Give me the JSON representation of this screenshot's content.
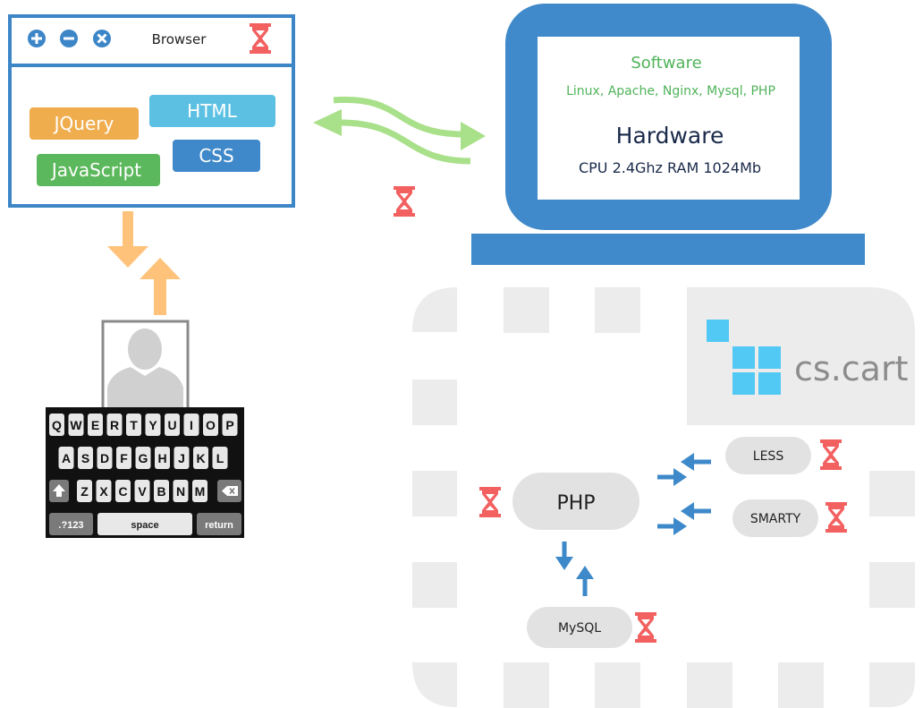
{
  "browser": {
    "title": "Browser",
    "tags": [
      "HTML",
      "JQuery",
      "CSS",
      "JavaScript"
    ]
  },
  "server": {
    "software_title": "Software",
    "software_stack": "Linux, Apache, Nginx, Mysql, PHP",
    "hardware_title": "Hardware",
    "hardware_specs": "CPU 2.4Ghz RAM 1024Mb"
  },
  "keyboard": {
    "rows": [
      [
        "Q",
        "W",
        "E",
        "R",
        "T",
        "Y",
        "U",
        "I",
        "O",
        "P"
      ],
      [
        "A",
        "S",
        "D",
        "F",
        "G",
        "H",
        "J",
        "K",
        "L"
      ],
      [
        "Z",
        "X",
        "C",
        "V",
        "B",
        "N",
        "M"
      ]
    ],
    "numbers_key": ".?123",
    "space_key": "space",
    "return_key": "return"
  },
  "cart": {
    "logo_text": "cs.cart",
    "nodes": [
      "PHP",
      "LESS",
      "SMARTY",
      "MySQL"
    ]
  },
  "colors": {
    "browser_blue": "#3c86c8",
    "server_blue": "#4089ca",
    "arrow_green": "#a9e08a",
    "arrow_orange": "#ffc27a",
    "arrow_blue": "#3e89c9",
    "hourglass_red": "#f26060",
    "text_green": "#4fb35a",
    "tag_html": "#5bc0e2",
    "tag_jquery": "#f0ad4e",
    "tag_css": "#3f88c9",
    "tag_javascript": "#5cb85c",
    "logo_cyan": "#52c9f5",
    "cart_gray": "#ececec",
    "node_gray": "#e2e2e2"
  }
}
